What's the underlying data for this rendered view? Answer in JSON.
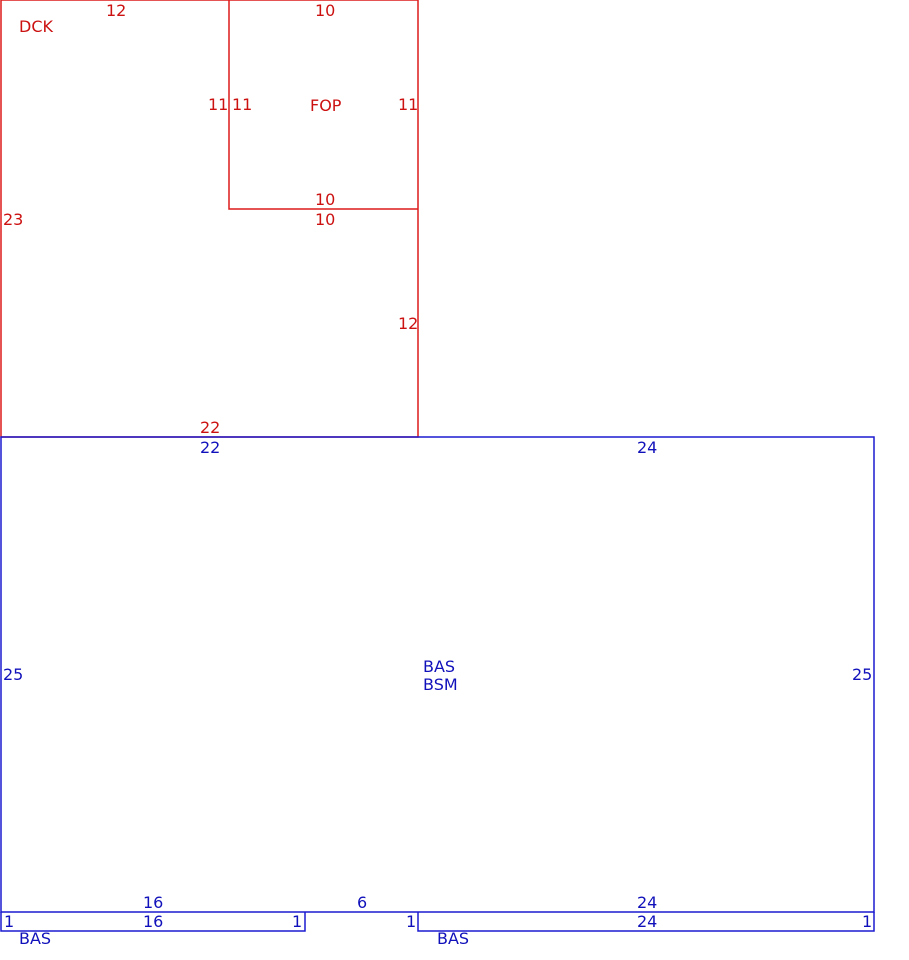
{
  "colors": {
    "red": "#cc1111",
    "blue": "#1111bb"
  },
  "areas": {
    "dck": "DCK",
    "fop": "FOP",
    "bas_main": "BAS",
    "bsm_main": "BSM",
    "bas_left_strip": "BAS",
    "bas_right_strip": "BAS"
  },
  "dims": {
    "dck_top": "12",
    "fop_top": "10",
    "fop_left_outer": "11",
    "fop_left_inner": "11",
    "fop_right": "11",
    "fop_bottom_inner": "10",
    "fop_bottom_outer": "10",
    "dck_left": "23",
    "dck_right_lower": "12",
    "dck_bottom": "22",
    "bas_top_left": "22",
    "bas_top_right": "24",
    "bas_left": "25",
    "bas_right": "25",
    "bas_bottom_left": "16",
    "bas_bottom_mid": "6",
    "bas_bottom_right": "24",
    "strip_left_len": "16",
    "strip_left_end_a": "1",
    "strip_left_end_b": "1",
    "strip_right_end_a": "1",
    "strip_right_len": "24",
    "strip_right_end_b": "1"
  }
}
